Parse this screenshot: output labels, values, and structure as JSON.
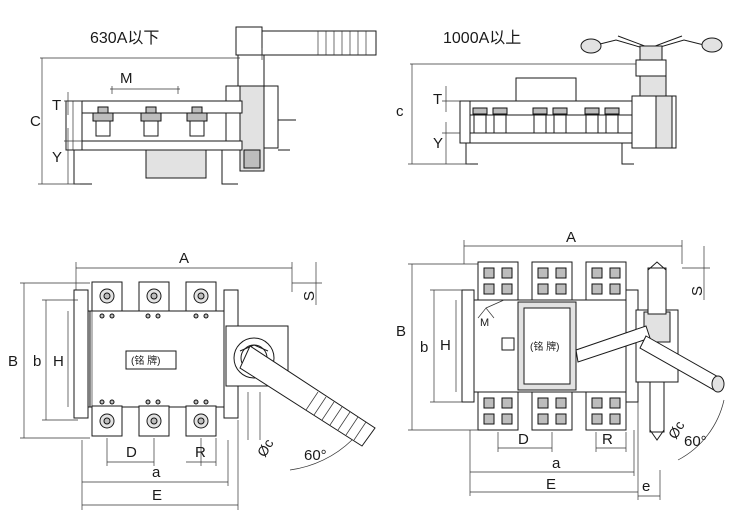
{
  "titles": {
    "small": "630A以下",
    "large": "1000A以上"
  },
  "side_view_labels": {
    "M": "M",
    "T": "T",
    "C": "C",
    "Y": "Y",
    "c": "c"
  },
  "plan_view_labels": {
    "A": "A",
    "B": "B",
    "b": "b",
    "H": "H",
    "S": "S",
    "D": "D",
    "R": "R",
    "a": "a",
    "E": "E",
    "e": "e",
    "M": "M",
    "nameplate": "(铭 牌)",
    "phi_c": "Øc",
    "angle": "60°"
  }
}
